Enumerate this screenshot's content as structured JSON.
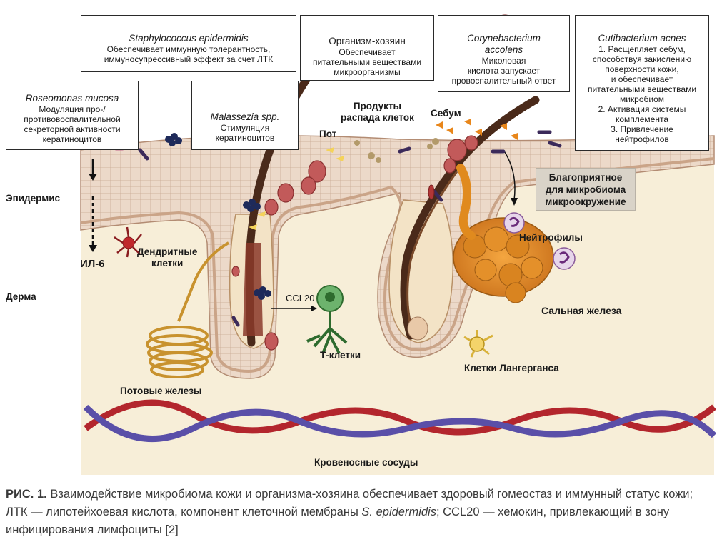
{
  "labels": {
    "epidermis": "Эпидермис",
    "dermis": "Дерма",
    "il6": "ИЛ-6",
    "dendritic": "Дендритные\nклетки",
    "sweat_glands": "Потовые железы",
    "tcells": "Т-клетки",
    "ccl20": "CCL20",
    "sweat": "Пот",
    "cell_products": "Продукты\nраспада клеток",
    "sebum": "Себум",
    "neutrophils": "Нейтрофилы",
    "sebaceous_gland": "Сальная железа",
    "langerhans": "Клетки Лангерганса",
    "blood_vessels": "Кровеносные сосуды",
    "favorable_box": "Благоприятное\nдля микробиома\nмикроокружение"
  },
  "boxes": {
    "s_epidermidis": {
      "title": "Staphylococcus epidermidis",
      "text": "Обеспечивает иммунную толерантность,\nиммуносупрессивный эффект за счет ЛТК"
    },
    "host": {
      "title": "Организм-хозяин",
      "text": "Обеспечивает\nпитательными веществами\nмикроорганизмы"
    },
    "c_accolens": {
      "title": "Corynebacterium\naccolens",
      "text": "Миколовая\nкислота запускает\nпровоспалительный ответ"
    },
    "c_acnes": {
      "title": "Cutibacterium acnes",
      "text": "1. Расщепляет себум,\nспособствуя закислению\nповерхности кожи,\nи обеспечивает\nпитательными веществами\nмикробиом\n2. Активация системы\nкомплемента\n3. Привлечение\nнейтрофилов"
    },
    "r_mucosa": {
      "title": "Roseomonas mucosa",
      "text": "Модуляция про-/\nпротивовоспалительной\nсекреторной активности\nкератиноцитов"
    },
    "malassezia": {
      "title": "Malassezia spp.",
      "text": "Стимуляция\nкератиноцитов"
    }
  },
  "caption": {
    "label": "РИС. 1.",
    "part1": "Взаимодействие микробиома кожи и организма-хозяина обеспечивает здоровый гомеостаз и иммунный статус кожи; ЛТК — липотейхоевая кислота, компонент клеточной мембраны ",
    "species": "S. epidermidis",
    "part2": "; CCL20 — хемокин, привлекающий в зону инфицирования лимфоциты [2]"
  },
  "colors": {
    "dermis": "#f7eed8",
    "epidermis": "#ecd9c9",
    "cell_line": "#c9a993",
    "hair": "#4a2a1a",
    "sebaceous": "#e08a1e",
    "artery": "#b3262d",
    "vein": "#5a4fa8",
    "staph": "#1e2a5a",
    "malassezia": "#c25a5a",
    "acnes": "#3b2a5a"
  }
}
